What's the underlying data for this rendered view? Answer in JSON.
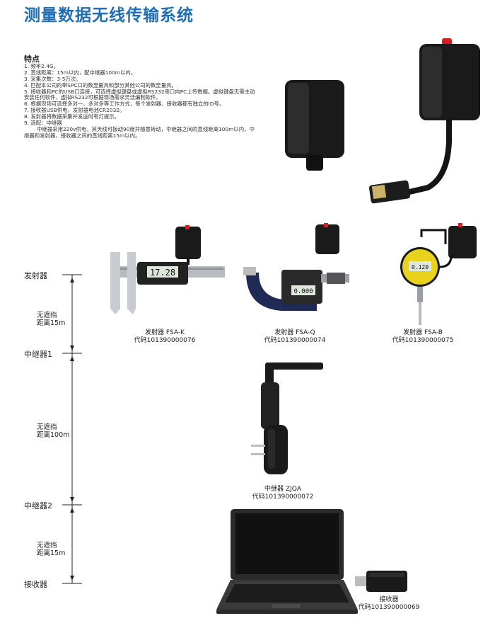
{
  "title": "测量数据无线传输系统",
  "features": {
    "heading": "特点",
    "items": [
      "1.   频率2.4G。",
      "2.   直线距离：15m以内，配中继器100m以内。",
      "3.   采集次数：3-5万次。",
      "4.   匹配本公司的带SPC口的数显量具和部分其他公司的数显量具。",
      "5.   接收器和PC的USB口连接，可选择虚拟键盘或虚拟RS232串口向PC上传数据。虚拟键盘无需主动安装任何软件，虚拟RS232可根据现场需求灵活编制软件。",
      "6.   根据现场可选择多对一、多对多等工作方式，每个发射器、接收器都有独立的ID号。",
      "7.   接收器USB供电，发射器电池CR2032。",
      "8.   发射器将数据采集并发送时有灯提示。",
      "9.   选配：中继器",
      "中继器采用220v供电，其天线可扳动90度并随意转动，中继器之间的直线距离100m以内，中继器和发射器，接收器之间的直线距离15m以内。"
    ]
  },
  "stages": {
    "transmitter": "发射器",
    "relay1": "中继器1",
    "relay2": "中继器2",
    "receiver": "接收器"
  },
  "distances": {
    "d1": [
      "无遮挡",
      "距离15m"
    ],
    "d2": [
      "无遮挡",
      "距离100m"
    ],
    "d3": [
      "无遮挡",
      "距离15m"
    ]
  },
  "devices": {
    "fsa_k": {
      "name": "发射器 FSA-K",
      "code": "代码101390000076",
      "display": "17.28"
    },
    "fsa_q": {
      "name": "发射器 FSA-Q",
      "code": "代码101390000074",
      "display": "0.000"
    },
    "fsa_b": {
      "name": "发射器 FSA-B",
      "code": "代码101390000075",
      "display": "0.120"
    },
    "relay": {
      "name": "中继器 ZJQA",
      "code": "代码101390000072"
    },
    "receiver": {
      "name": "接收器",
      "code": "代码101390000069"
    }
  },
  "colors": {
    "title": "#1f6fb8",
    "device_black": "#1a1a1a",
    "indicator_yellow": "#e8d21a",
    "led_red": "#d42020"
  }
}
